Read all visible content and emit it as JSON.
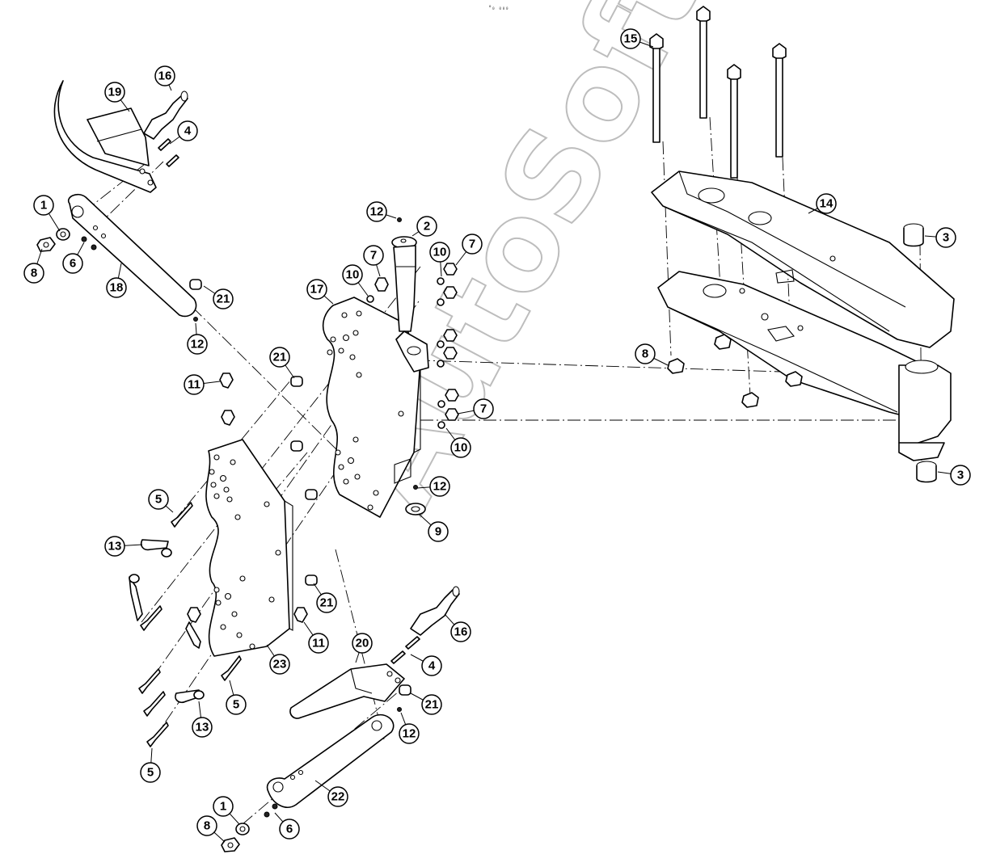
{
  "header": {
    "mark": "°₀ ₀₀₀"
  },
  "watermark": {
    "text": "AutoSoft"
  },
  "callouts": [
    {
      "id": "c19",
      "label": "19"
    },
    {
      "id": "c16a",
      "label": "16"
    },
    {
      "id": "c4a",
      "label": "4"
    },
    {
      "id": "c1a",
      "label": "1"
    },
    {
      "id": "c8a",
      "label": "8"
    },
    {
      "id": "c6a",
      "label": "6"
    },
    {
      "id": "c18",
      "label": "18"
    },
    {
      "id": "c21a",
      "label": "21"
    },
    {
      "id": "c12a",
      "label": "12"
    },
    {
      "id": "c12b",
      "label": "12"
    },
    {
      "id": "c2",
      "label": "2"
    },
    {
      "id": "c7a",
      "label": "7"
    },
    {
      "id": "c10a",
      "label": "10"
    },
    {
      "id": "c10b",
      "label": "10"
    },
    {
      "id": "c7b",
      "label": "7"
    },
    {
      "id": "c17",
      "label": "17"
    },
    {
      "id": "c21b",
      "label": "21"
    },
    {
      "id": "c11a",
      "label": "11"
    },
    {
      "id": "c7c",
      "label": "7"
    },
    {
      "id": "c10c",
      "label": "10"
    },
    {
      "id": "c12c",
      "label": "12"
    },
    {
      "id": "c9",
      "label": "9"
    },
    {
      "id": "c5a",
      "label": "5"
    },
    {
      "id": "c13a",
      "label": "13"
    },
    {
      "id": "c21c",
      "label": "21"
    },
    {
      "id": "c11b",
      "label": "11"
    },
    {
      "id": "c23",
      "label": "23"
    },
    {
      "id": "c16b",
      "label": "16"
    },
    {
      "id": "c20",
      "label": "20"
    },
    {
      "id": "c4b",
      "label": "4"
    },
    {
      "id": "c5b",
      "label": "5"
    },
    {
      "id": "c13b",
      "label": "13"
    },
    {
      "id": "c21d",
      "label": "21"
    },
    {
      "id": "c12d",
      "label": "12"
    },
    {
      "id": "c5c",
      "label": "5"
    },
    {
      "id": "c22",
      "label": "22"
    },
    {
      "id": "c1b",
      "label": "1"
    },
    {
      "id": "c8b",
      "label": "8"
    },
    {
      "id": "c6b",
      "label": "6"
    },
    {
      "id": "c15",
      "label": "15"
    },
    {
      "id": "c14",
      "label": "14"
    },
    {
      "id": "c3a",
      "label": "3"
    },
    {
      "id": "c8c",
      "label": "8"
    },
    {
      "id": "c3b",
      "label": "3"
    }
  ]
}
